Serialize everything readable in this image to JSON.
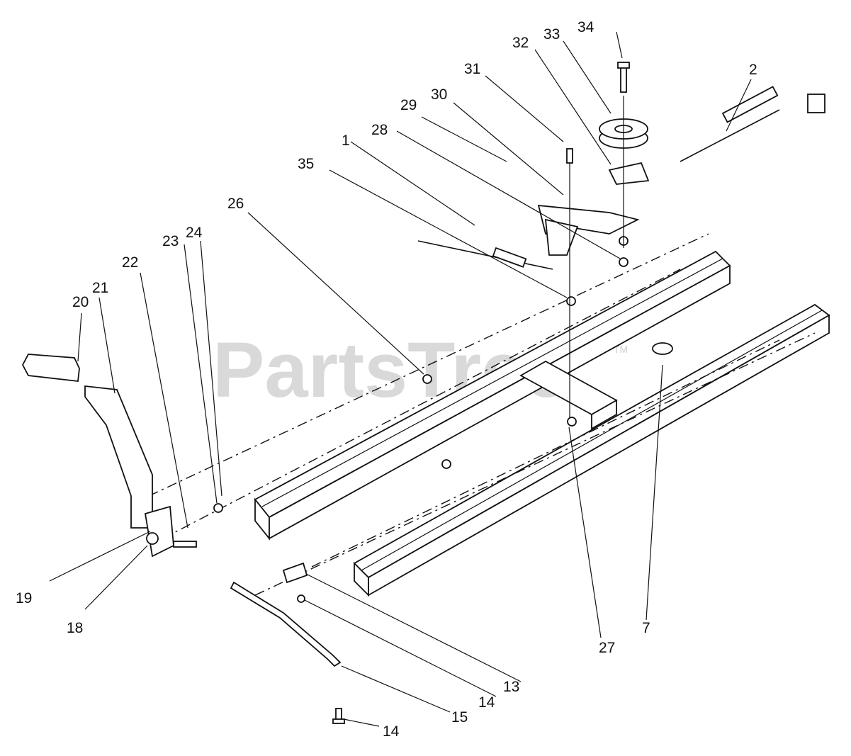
{
  "watermark": {
    "text": "PartsTree",
    "mark": "TM"
  },
  "callouts": {
    "c1": "1",
    "c2": "2",
    "c7": "7",
    "c13": "13",
    "c14a": "14",
    "c14b": "14",
    "c15": "15",
    "c18": "18",
    "c19": "19",
    "c20": "20",
    "c21": "21",
    "c22": "22",
    "c23": "23",
    "c24": "24",
    "c26": "26",
    "c27": "27",
    "c28": "28",
    "c29": "29",
    "c30": "30",
    "c31": "31",
    "c32": "32",
    "c33": "33",
    "c34": "34",
    "c35": "35"
  }
}
